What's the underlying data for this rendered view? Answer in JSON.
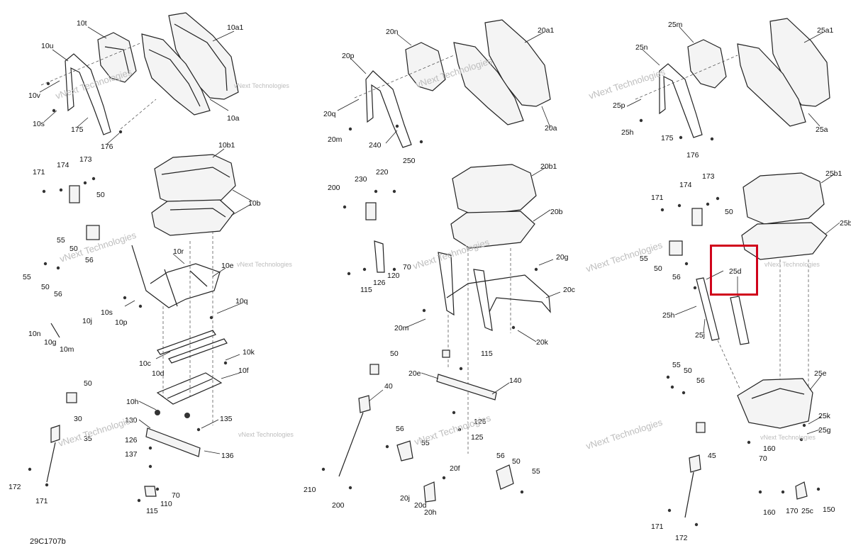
{
  "drawing_code": "29C1707b",
  "watermark_text": "vNext Technologies",
  "highlight_color": "#d0021b",
  "highlighted_callout": "25d",
  "callouts_left": [
    "10t",
    "10a1",
    "10u",
    "10v",
    "10s",
    "175",
    "176",
    "10a",
    "10b1",
    "173",
    "171",
    "174",
    "50",
    "10b",
    "55",
    "50",
    "56",
    "55",
    "50",
    "56",
    "10r",
    "10e",
    "10s",
    "10p",
    "10q",
    "10n",
    "10j",
    "10g",
    "10m",
    "10c",
    "10k",
    "10d",
    "10f",
    "50",
    "10h",
    "30",
    "130",
    "135",
    "126",
    "35",
    "137",
    "136",
    "172",
    "70",
    "110",
    "171",
    "115"
  ],
  "callouts_middle": [
    "20n",
    "20a1",
    "20p",
    "20q",
    "20m",
    "240",
    "250",
    "20a",
    "20b1",
    "200",
    "230",
    "220",
    "20b",
    "120",
    "70",
    "115",
    "126",
    "20g",
    "20c",
    "20m",
    "20k",
    "50",
    "115",
    "40",
    "20e",
    "140",
    "126",
    "125",
    "56",
    "55",
    "210",
    "200",
    "20f",
    "56",
    "50",
    "55",
    "20j",
    "20d",
    "20h"
  ],
  "callouts_right": [
    "25m",
    "25a1",
    "25n",
    "25p",
    "25h",
    "175",
    "176",
    "25a",
    "25b1",
    "173",
    "171",
    "174",
    "50",
    "25b",
    "55",
    "50",
    "56",
    "25d",
    "25h",
    "25j",
    "55",
    "50",
    "56",
    "25e",
    "25k",
    "25g",
    "160",
    "70",
    "45",
    "171",
    "172",
    "160",
    "170",
    "25c",
    "150"
  ]
}
